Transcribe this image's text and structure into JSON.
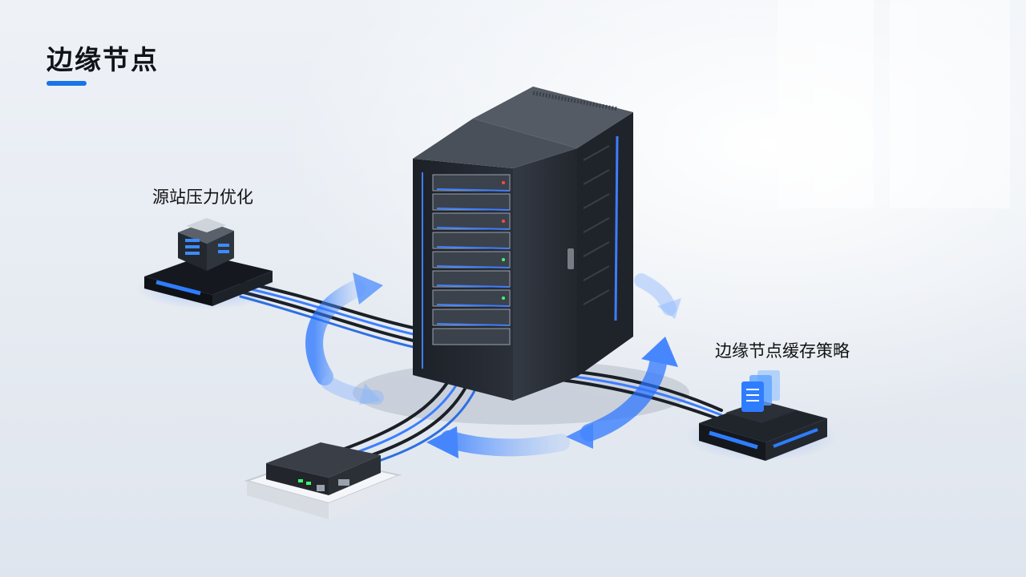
{
  "title": "边缘节点",
  "labels": {
    "origin": "源站压力优化",
    "cache": "边缘节点缓存策略"
  },
  "colors": {
    "accent": "#1a73e8",
    "glow": "#2f7dff",
    "rack": "#2a2f37",
    "text": "#111111"
  }
}
